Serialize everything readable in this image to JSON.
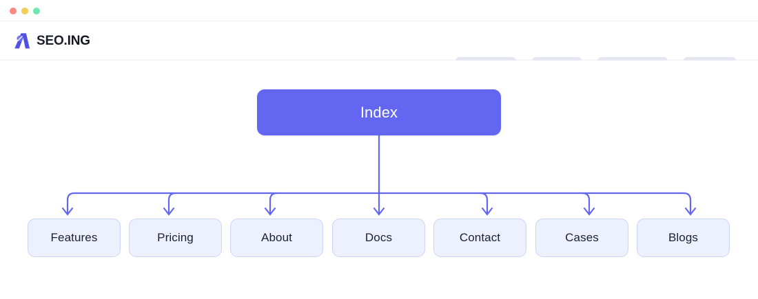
{
  "window": {
    "traffic_lights": [
      {
        "name": "close",
        "color": "#f98a80"
      },
      {
        "name": "minimize",
        "color": "#f6ce57"
      },
      {
        "name": "maximize",
        "color": "#6ee7b0"
      }
    ]
  },
  "header": {
    "brand": {
      "icon": "seoing-logo-icon",
      "text_light": "SEO.",
      "text_bold": "ING",
      "mark_color": "#4f52e0"
    },
    "nav_placeholders": [
      {
        "name": "nav-placeholder-1",
        "width": 88
      },
      {
        "name": "nav-placeholder-2",
        "width": 72
      },
      {
        "name": "nav-placeholder-3",
        "width": 102
      },
      {
        "name": "nav-placeholder-4",
        "width": 76
      }
    ]
  },
  "diagram": {
    "type": "sitemap-tree",
    "accent_color": "#6366f1",
    "node_fill": "#edf1fd",
    "node_border": "#ccd3f6",
    "root": {
      "label": "Index"
    },
    "children": [
      {
        "label": "Features"
      },
      {
        "label": "Pricing"
      },
      {
        "label": "About"
      },
      {
        "label": "Docs"
      },
      {
        "label": "Contact"
      },
      {
        "label": "Cases"
      },
      {
        "label": "Blogs"
      }
    ]
  }
}
